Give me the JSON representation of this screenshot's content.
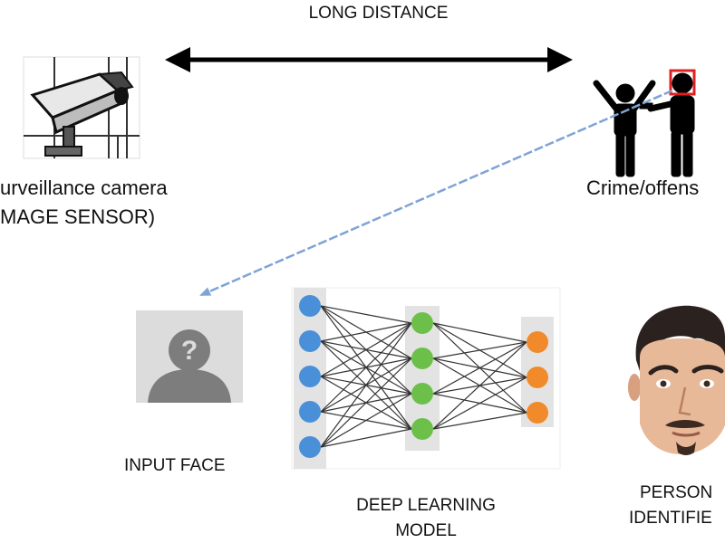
{
  "labels": {
    "distance": "LONG DISTANCE",
    "camera_line1": "urveillance camera",
    "camera_line2": "MAGE SENSOR)",
    "crime": "Crime/offens",
    "input_face": "INPUT FACE",
    "model_line1": "DEEP LEARNING",
    "model_line2": "MODEL",
    "person_line1": "PERSON",
    "person_line2": "IDENTIFIE"
  },
  "network": {
    "input_nodes": 5,
    "hidden_nodes": 4,
    "output_nodes": 3
  },
  "colors": {
    "input_node": "#4a90d9",
    "hidden_node": "#6cc04a",
    "output_node": "#f08a2a",
    "column_bg": "#e3e3e3",
    "arrow_dashed": "#7fa3d6",
    "highlight_box": "#e02020"
  },
  "icons": {
    "camera": "surveillance-camera-icon",
    "crime": "crime-scene-icon",
    "unknown_face": "unknown-person-icon",
    "identified_face": "identified-person-face-icon"
  }
}
